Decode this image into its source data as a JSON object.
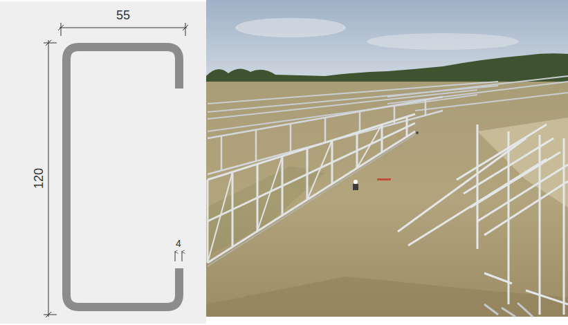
{
  "diagram": {
    "labels": [
      "55",
      "120",
      "4"
    ]
  }
}
